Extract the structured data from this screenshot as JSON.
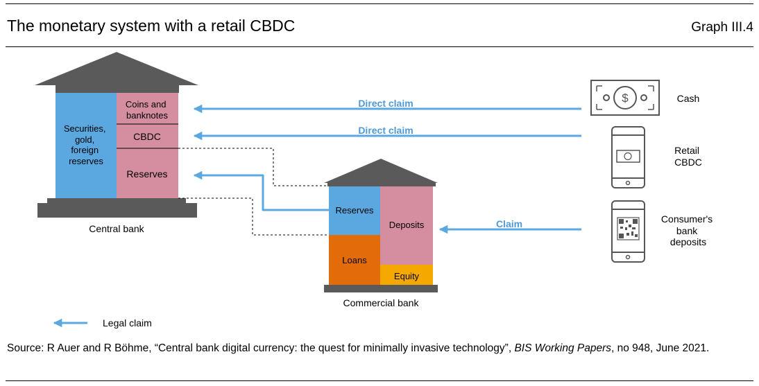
{
  "header": {
    "title": "The monetary system with a retail CBDC",
    "graph_number": "Graph III.4"
  },
  "central_bank": {
    "label": "Central bank",
    "assets_lines": [
      "Securities,",
      "gold,",
      "foreign",
      "reserves"
    ],
    "coins_lines": [
      "Coins and",
      "banknotes"
    ],
    "cbdc": "CBDC",
    "reserves": "Reserves",
    "colors": {
      "assets": "#5ba8e0",
      "liabilities": "#d48ea0",
      "roof": "#5a5a5a"
    }
  },
  "commercial_bank": {
    "label": "Commercial bank",
    "reserves": "Reserves",
    "loans": "Loans",
    "deposits": "Deposits",
    "equity": "Equity",
    "colors": {
      "reserves": "#5ba8e0",
      "loans": "#e36c0a",
      "deposits": "#d48ea0",
      "equity": "#f5a800"
    }
  },
  "arrows": {
    "direct_claim_1": "Direct claim",
    "direct_claim_2": "Direct claim",
    "claim": "Claim",
    "color": "#5ba8e0",
    "label_color": "#4f9ad6"
  },
  "holders": {
    "cash": "Cash",
    "retail_cbdc_lines": [
      "Retail",
      "CBDC"
    ],
    "deposits_lines": [
      "Consumer's",
      "bank",
      "deposits"
    ]
  },
  "legend": {
    "legal_claim": "Legal claim"
  },
  "source": {
    "prefix": "Source: R Auer and R Böhme, “Central bank digital currency: the quest for minimally invasive technology”, ",
    "journal": "BIS Working Papers",
    "suffix": ", no 948, June 2021."
  }
}
